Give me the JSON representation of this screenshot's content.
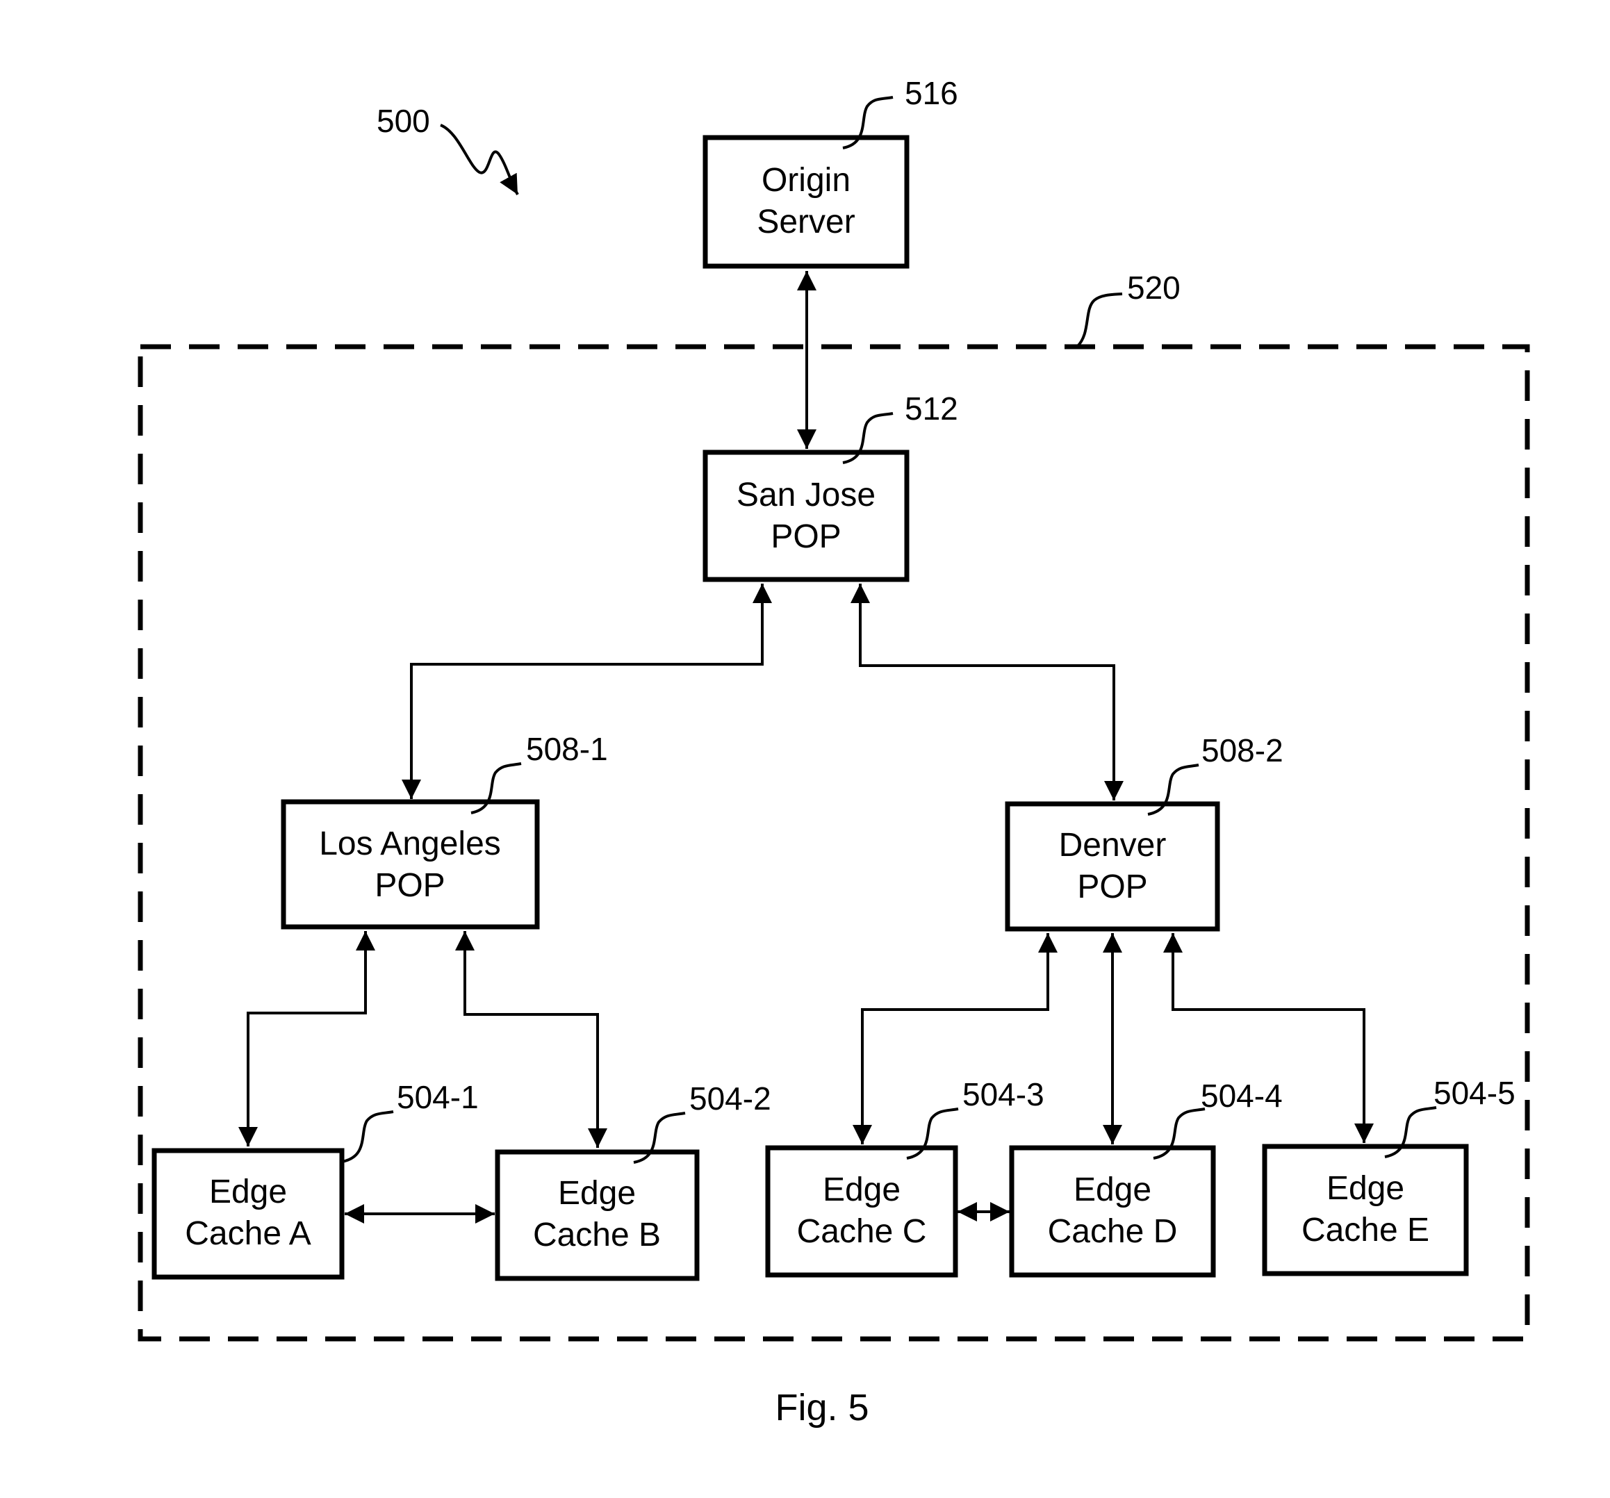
{
  "figure_caption": "Fig. 5",
  "system_ref": "500",
  "network_ref": "520",
  "nodes": {
    "origin": {
      "line1": "Origin",
      "line2": "Server",
      "ref": "516"
    },
    "san_jose": {
      "line1": "San Jose",
      "line2": "POP",
      "ref": "512"
    },
    "los_angeles": {
      "line1": "Los Angeles",
      "line2": "POP",
      "ref": "508-1"
    },
    "denver": {
      "line1": "Denver",
      "line2": "POP",
      "ref": "508-2"
    },
    "edge_a": {
      "line1": "Edge",
      "line2": "Cache A",
      "ref": "504-1"
    },
    "edge_b": {
      "line1": "Edge",
      "line2": "Cache B",
      "ref": "504-2"
    },
    "edge_c": {
      "line1": "Edge",
      "line2": "Cache C",
      "ref": "504-3"
    },
    "edge_d": {
      "line1": "Edge",
      "line2": "Cache D",
      "ref": "504-4"
    },
    "edge_e": {
      "line1": "Edge",
      "line2": "Cache E",
      "ref": "504-5"
    }
  },
  "connections": [
    {
      "from": "origin",
      "to": "san_jose",
      "bidirectional": true
    },
    {
      "from": "san_jose",
      "to": "los_angeles",
      "bidirectional": true
    },
    {
      "from": "san_jose",
      "to": "denver",
      "bidirectional": true
    },
    {
      "from": "los_angeles",
      "to": "edge_a",
      "bidirectional": true
    },
    {
      "from": "los_angeles",
      "to": "edge_b",
      "bidirectional": true
    },
    {
      "from": "denver",
      "to": "edge_c",
      "bidirectional": true
    },
    {
      "from": "denver",
      "to": "edge_d",
      "bidirectional": true
    },
    {
      "from": "denver",
      "to": "edge_e",
      "bidirectional": true
    },
    {
      "from": "edge_a",
      "to": "edge_b",
      "bidirectional": true
    },
    {
      "from": "edge_c",
      "to": "edge_d",
      "bidirectional": true
    }
  ]
}
